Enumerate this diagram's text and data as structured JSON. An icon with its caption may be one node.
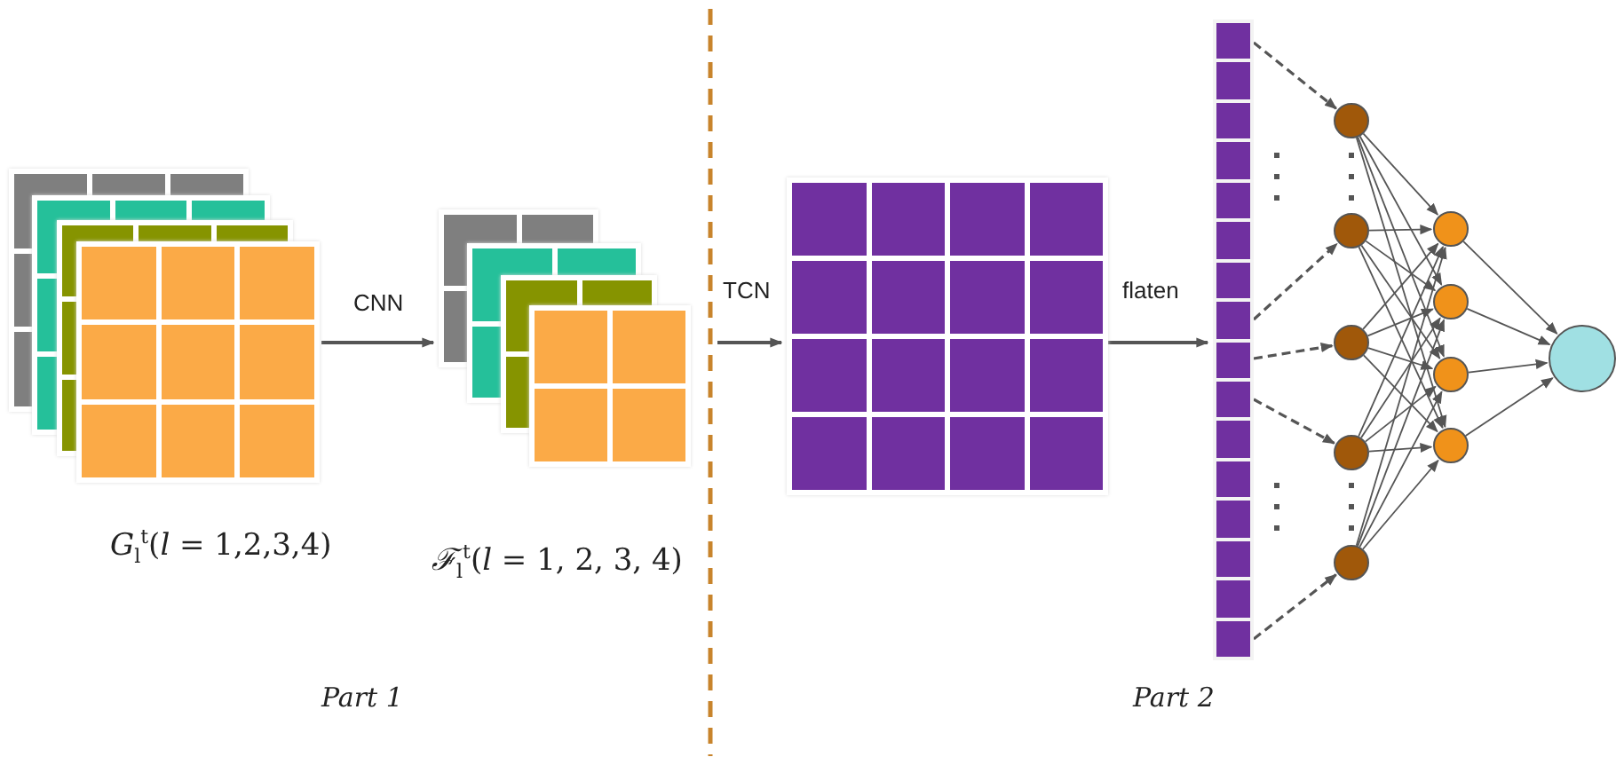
{
  "diagram": {
    "nodes": [
      {
        "text": [],
        "shape": "box",
        "beside": [
          "*G*$_{l}$$^{t}$(*l* = 1,2,3,4)"
        ]
      },
      {
        "text": [],
        "shape": "box",
        "beside": [
          "*ℱ*$_{l}$$^{t}$(*l* = 1, 2, 3, 4)"
        ]
      },
      {
        "text": [],
        "shape": "box"
      },
      {
        "text": [],
        "shape": "bar"
      },
      {
        "text": [],
        "shape": "circle"
      },
      {
        "text": [],
        "shape": "circle"
      },
      {
        "text": [],
        "shape": "circle"
      },
      {
        "text": [],
        "shape": "circle"
      },
      {
        "text": [],
        "shape": "circle"
      },
      {
        "text": [],
        "shape": "circle"
      },
      {
        "text": [],
        "shape": "circle"
      },
      {
        "text": [],
        "shape": "circle"
      },
      {
        "text": [],
        "shape": "circle"
      },
      {
        "text": [],
        "shape": "circle"
      }
    ],
    "edges": [
      {
        "from": 0,
        "to": 1,
        "arrow": "to",
        "label": "CNN"
      },
      {
        "from": null,
        "to": 2,
        "arrow": "to",
        "label": "TCN"
      },
      {
        "from": 2,
        "to": 3,
        "arrow": "to",
        "label": "flaten"
      },
      {
        "from": 3,
        "to": 4,
        "arrow": "to",
        "style": "dashed"
      },
      {
        "from": 3,
        "to": 5,
        "arrow": "to",
        "style": "dashed"
      },
      {
        "from": 3,
        "to": 6,
        "arrow": "to",
        "style": "dashed"
      },
      {
        "from": 3,
        "to": 7,
        "arrow": "to",
        "style": "dashed"
      },
      {
        "from": 3,
        "to": 8,
        "arrow": "to",
        "style": "dashed"
      },
      {
        "from": 4,
        "to": 9,
        "arrow": "to"
      },
      {
        "from": 4,
        "to": 10,
        "arrow": "to"
      },
      {
        "from": 4,
        "to": 11,
        "arrow": "to"
      },
      {
        "from": 4,
        "to": 12,
        "arrow": "to"
      },
      {
        "from": 5,
        "to": 9,
        "arrow": "to"
      },
      {
        "from": 5,
        "to": 10,
        "arrow": "to"
      },
      {
        "from": 5,
        "to": 11,
        "arrow": "to"
      },
      {
        "from": 5,
        "to": 12,
        "arrow": "to"
      },
      {
        "from": 6,
        "to": 9,
        "arrow": "to"
      },
      {
        "from": 6,
        "to": 10,
        "arrow": "to"
      },
      {
        "from": 6,
        "to": 11,
        "arrow": "to"
      },
      {
        "from": 6,
        "to": 12,
        "arrow": "to"
      },
      {
        "from": 7,
        "to": 9,
        "arrow": "to"
      },
      {
        "from": 7,
        "to": 10,
        "arrow": "to"
      },
      {
        "from": 7,
        "to": 11,
        "arrow": "to"
      },
      {
        "from": 7,
        "to": 12,
        "arrow": "to"
      },
      {
        "from": 8,
        "to": 9,
        "arrow": "to"
      },
      {
        "from": 8,
        "to": 10,
        "arrow": "to"
      },
      {
        "from": 8,
        "to": 11,
        "arrow": "to"
      },
      {
        "from": 8,
        "to": 12,
        "arrow": "to"
      },
      {
        "from": 9,
        "to": 13,
        "arrow": "to"
      },
      {
        "from": 10,
        "to": 13,
        "arrow": "to"
      },
      {
        "from": 11,
        "to": 13,
        "arrow": "to"
      },
      {
        "from": 12,
        "to": 13,
        "arrow": "to"
      }
    ],
    "labels": [
      "Part 1",
      "Part 2"
    ]
  }
}
